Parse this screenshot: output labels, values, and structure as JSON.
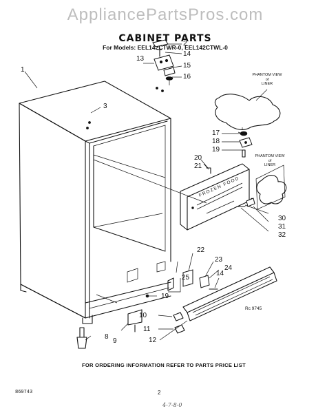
{
  "watermark": "AppliancePartsPros.com",
  "title": "CABINET PARTS",
  "models": "For Models: EEL142CTWR-0, EEL142CTWL-0",
  "phantom_views": [
    {
      "line1": "PHANTOM VIEW",
      "line2": "of",
      "line3": "LINER"
    },
    {
      "line1": "PHANTOM VIEW",
      "line2": "of",
      "line3": "LINER"
    }
  ],
  "panel_text": "FROZEN FOOD",
  "callouts": {
    "c1": "1",
    "c2": "2",
    "c3": "3",
    "c13": "13",
    "c14a": "14",
    "c15": "15",
    "c16": "16",
    "c17": "17",
    "c18": "18",
    "c19a": "19",
    "c20": "20",
    "c21": "21",
    "c30": "30",
    "c31": "31",
    "c32": "32",
    "c22": "22",
    "c23": "23",
    "c24": "24",
    "c14b": "14",
    "c25": "25",
    "c19b": "19",
    "c8": "8",
    "c9": "9",
    "c10": "10",
    "c11": "11",
    "c12": "12"
  },
  "revision": "Rc 9745",
  "footer": "FOR ORDERING INFORMATION REFER TO PARTS PRICE LIST",
  "doc_code": "869743",
  "page_number": "2",
  "handwriting": "4-7-8-0"
}
